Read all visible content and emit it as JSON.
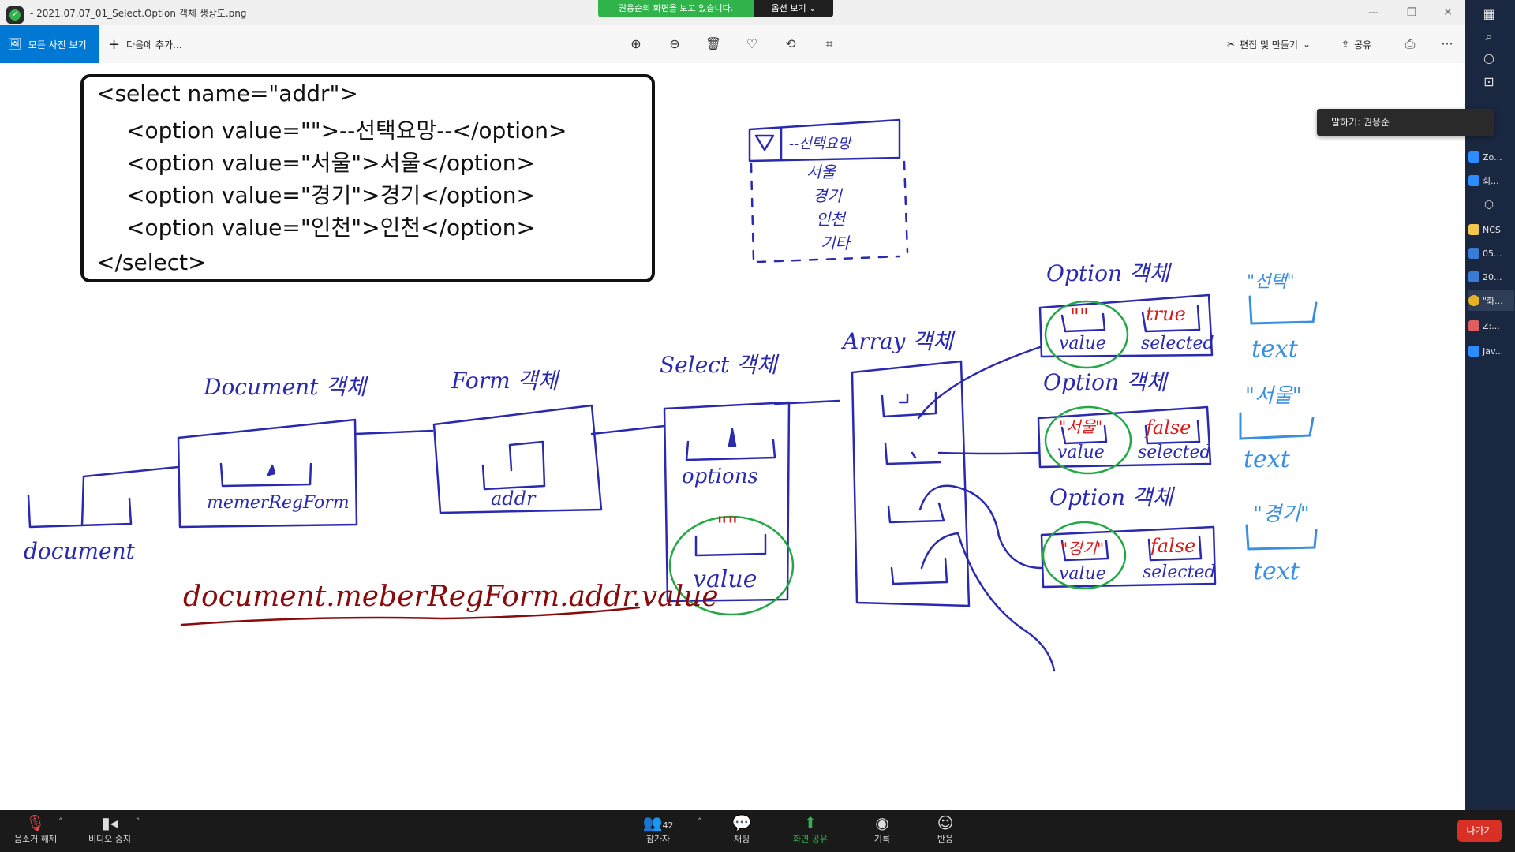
{
  "window": {
    "title": "- 2021.07.07_01_Select.Option 객체 생상도.png",
    "share_banner": "권응순의 화면을 보고 있습니다.",
    "options_button": "옵션 보기"
  },
  "toolbar": {
    "all_photos": "모든 사진 보기",
    "add_to": "다음에 추가...",
    "edit_create": "편집 및 만들기",
    "share": "공유",
    "more": "···",
    "icons": [
      "zoom-in-icon",
      "zoom-out-icon",
      "delete-icon",
      "favorite-icon",
      "rotate-icon",
      "crop-icon",
      "print-icon"
    ]
  },
  "code": {
    "lines": [
      "<select name=\"addr\">",
      "<option value=\"\">--선택요망--</option>",
      "<option value=\"서울\">서울</option>",
      "<option value=\"경기\">경기</option>",
      "<option value=\"인천\">인천</option>",
      "</select>"
    ]
  },
  "sketch": {
    "dropdown": {
      "header": "--선택요망",
      "items": [
        "서울",
        "경기",
        "인천",
        "기타"
      ]
    },
    "labels": {
      "document_obj": "Document 객체",
      "form_obj": "Form 객체",
      "select_obj": "Select 객체",
      "array_obj": "Array 객체",
      "option_obj": "Option 객체",
      "document": "document",
      "member_form": "memerRegForm",
      "addr": "addr",
      "options": "options",
      "value": "value",
      "selected": "selected",
      "text": "text"
    },
    "select_value_mark": "\"\"",
    "expression": "document.meberRegForm.addr.value",
    "options": [
      {
        "value": "\"\"",
        "selected": "true",
        "text": "\"선택\""
      },
      {
        "value": "\"서울\"",
        "selected": "false",
        "text": "\"서울\""
      },
      {
        "value": "\"경기\"",
        "selected": "false",
        "text": "\"경기\""
      }
    ]
  },
  "rightbar": {
    "speaker": "말하기: 권응순",
    "items": [
      "Zo...",
      "회...",
      "NCS",
      "05...",
      "20...",
      "\"화...",
      "Z:...",
      "Jav..."
    ]
  },
  "zoombar": {
    "mute": "음소거 해제",
    "video": "비디오 중지",
    "participants": "참가자",
    "participants_count": "42",
    "chat": "채팅",
    "share_screen": "화면 공유",
    "record": "기록",
    "reactions": "반응",
    "leave": "나가기"
  }
}
